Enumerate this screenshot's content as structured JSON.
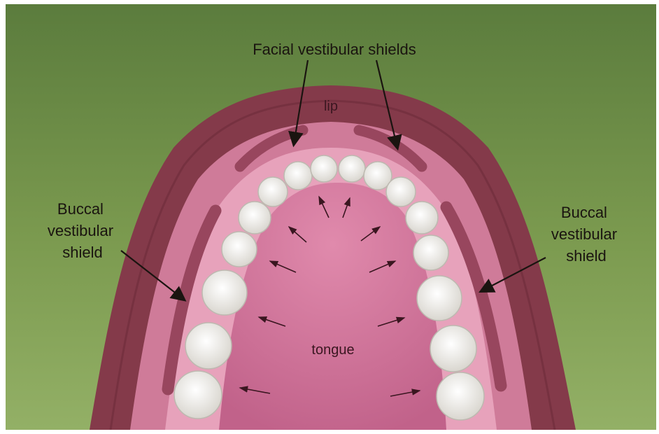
{
  "labels": {
    "facial": "Facial vestibular shields",
    "lip": "lip",
    "tongue": "tongue",
    "buccal_left": [
      "Buccal",
      "vestibular",
      "shield"
    ],
    "buccal_right": [
      "Buccal",
      "vestibular",
      "shield"
    ]
  },
  "colors": {
    "background_top": "#5d7f3f",
    "background_bottom": "#8cab60",
    "lip": "#843a4a",
    "vestibule": "#cf7b99",
    "gum": "#e7a2bb",
    "tongue": "#cf6f95",
    "shield": "#98465e",
    "teeth": "#f1efe8"
  }
}
